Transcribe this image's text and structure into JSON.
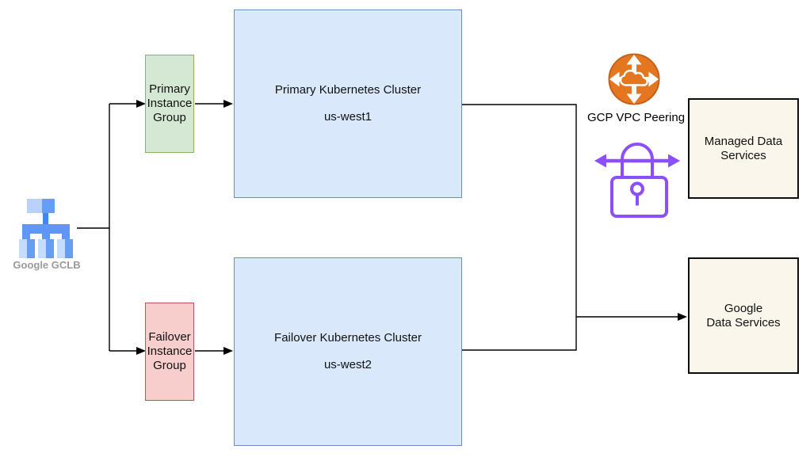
{
  "diagram": {
    "gclb": {
      "label": "Google GCLB"
    },
    "primary_instance_group": {
      "label": "Primary\nInstance\nGroup"
    },
    "failover_instance_group": {
      "label": "Failover\nInstance\nGroup"
    },
    "primary_cluster": {
      "title": "Primary Kubernetes Cluster",
      "region": "us-west1"
    },
    "failover_cluster": {
      "title": "Failover Kubernetes Cluster",
      "region": "us-west2"
    },
    "vpc_peering": {
      "label": "GCP VPC Peering"
    },
    "managed_data_services": {
      "label": "Managed Data\nServices"
    },
    "google_data_services": {
      "label": "Google\nData Services"
    },
    "icons": {
      "gclb": "google-cloud-load-balancer-icon",
      "vpc_peering": "vpc-peering-icon",
      "secure_connection": "lock-with-arrows-icon"
    },
    "colors": {
      "primary_group_fill": "#d5e8d4",
      "primary_group_border": "#82b366",
      "failover_group_fill": "#f8cecc",
      "failover_group_border": "#b85450",
      "cluster_fill": "#dae8fc",
      "cluster_border": "#6c8ebf",
      "services_fill": "#faf6ec",
      "services_border": "#0d0d0d",
      "vpc_peering_orange": "#e3761f",
      "lock_purple": "#8c4fff",
      "gclb_blue_light": "#b9d1fb",
      "gclb_blue_medium": "#669df6",
      "gclb_blue_dark": "#4285f4",
      "connector": "#000000"
    }
  }
}
